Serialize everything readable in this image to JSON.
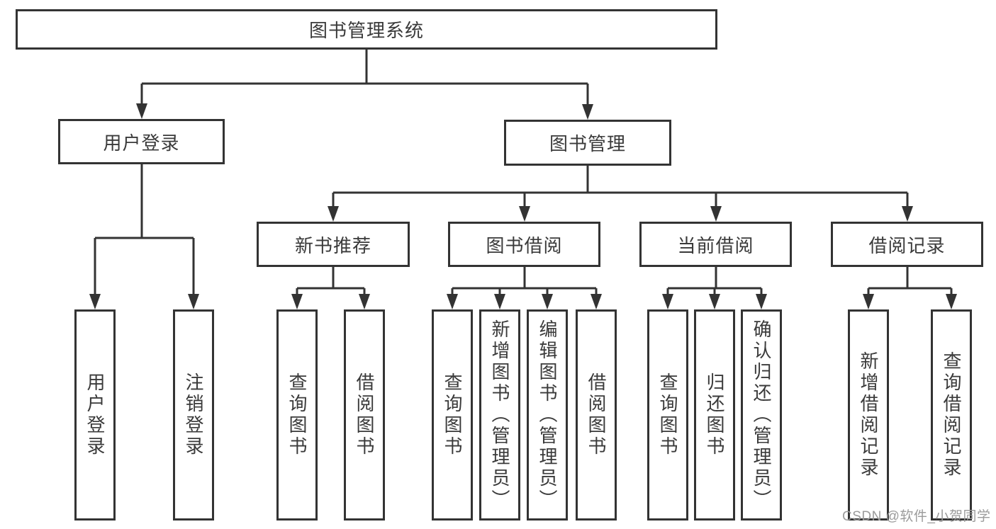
{
  "diagram": {
    "title": "图书管理系统",
    "root": {
      "label": "图书管理系统"
    },
    "branches": [
      {
        "label": "用户登录",
        "children": [
          {
            "label": "用户登录"
          },
          {
            "label": "注销登录"
          }
        ]
      },
      {
        "label": "图书管理",
        "sections": [
          {
            "label": "新书推荐",
            "children": [
              {
                "label": "查询图书"
              },
              {
                "label": "借阅图书"
              }
            ]
          },
          {
            "label": "图书借阅",
            "children": [
              {
                "label": "查询图书"
              },
              {
                "label": "新增图书（管理员）"
              },
              {
                "label": "编辑图书（管理员）"
              },
              {
                "label": "借阅图书"
              }
            ]
          },
          {
            "label": "当前借阅",
            "children": [
              {
                "label": "查询图书"
              },
              {
                "label": "归还图书"
              },
              {
                "label": "确认归还（管理员）"
              }
            ]
          },
          {
            "label": "借阅记录",
            "children": [
              {
                "label": "新增借阅记录"
              },
              {
                "label": "查询借阅记录"
              }
            ]
          }
        ]
      }
    ]
  },
  "watermark": {
    "text": "CSDN @软件_小贺同学"
  },
  "colors": {
    "line": "#333333",
    "box_border": "#333333",
    "box_background": "#ffffff",
    "page_background": "#ffffff",
    "watermark": "#9b9b9b"
  }
}
